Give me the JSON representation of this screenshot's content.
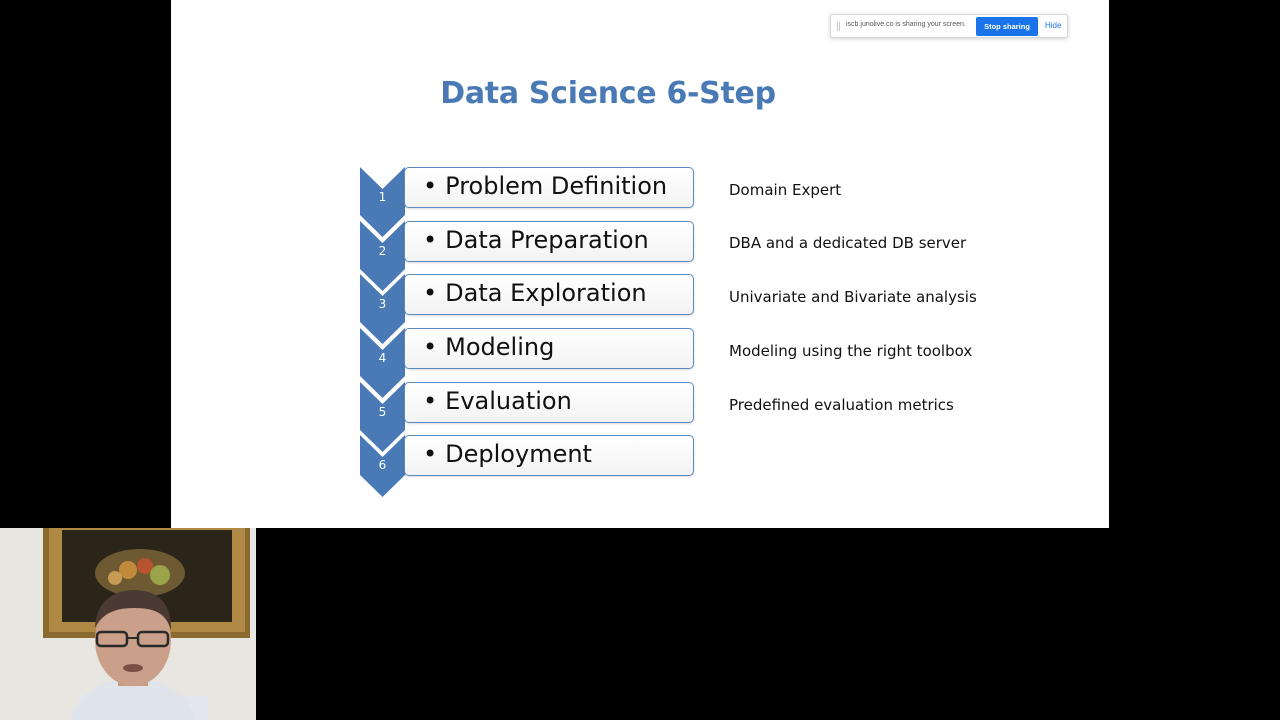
{
  "slide": {
    "title": "Data Science 6-Step",
    "steps": [
      {
        "number": "1",
        "label": "Problem Definition",
        "note": "Domain Expert"
      },
      {
        "number": "2",
        "label": "Data Preparation",
        "note": "DBA and a dedicated DB server"
      },
      {
        "number": "3",
        "label": "Data Exploration",
        "note": "Univariate and Bivariate analysis"
      },
      {
        "number": "4",
        "label": "Modeling",
        "note": "Modeling using the right toolbox"
      },
      {
        "number": "5",
        "label": "Evaluation",
        "note": "Predefined evaluation metrics"
      },
      {
        "number": "6",
        "label": "Deployment",
        "note": ""
      }
    ],
    "bullet": "•"
  },
  "share_bar": {
    "message": "iscb.junolive.co is sharing your screen.",
    "stop_label": "Stop sharing",
    "hide_label": "Hide"
  },
  "colors": {
    "accent": "#4a7ab5",
    "chevron": "#4a7ab5",
    "stop_button": "#1a73e8"
  }
}
